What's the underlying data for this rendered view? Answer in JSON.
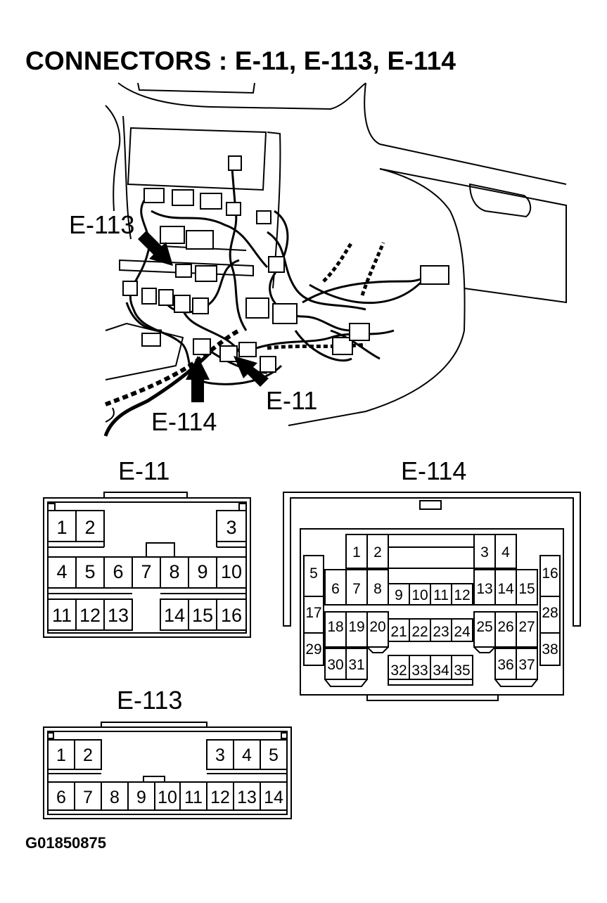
{
  "title": "CONNECTORS : E-11, E-113, E-114",
  "illustration": {
    "callouts": [
      "E-113",
      "E-114",
      "E-11"
    ]
  },
  "connectors": {
    "e11": {
      "label": "E-11",
      "pins": [
        "1",
        "2",
        "3",
        "4",
        "5",
        "6",
        "7",
        "8",
        "9",
        "10",
        "11",
        "12",
        "13",
        "14",
        "15",
        "16"
      ]
    },
    "e114": {
      "label": "E-114",
      "pins": [
        "1",
        "2",
        "3",
        "4",
        "5",
        "6",
        "7",
        "8",
        "9",
        "10",
        "11",
        "12",
        "13",
        "14",
        "15",
        "16",
        "17",
        "18",
        "19",
        "20",
        "21",
        "22",
        "23",
        "24",
        "25",
        "26",
        "27",
        "28",
        "29",
        "30",
        "31",
        "32",
        "33",
        "34",
        "35",
        "36",
        "37",
        "38"
      ]
    },
    "e113": {
      "label": "E-113",
      "pins": [
        "1",
        "2",
        "3",
        "4",
        "5",
        "6",
        "7",
        "8",
        "9",
        "10",
        "11",
        "12",
        "13",
        "14"
      ]
    }
  },
  "figure_code": "G01850875"
}
